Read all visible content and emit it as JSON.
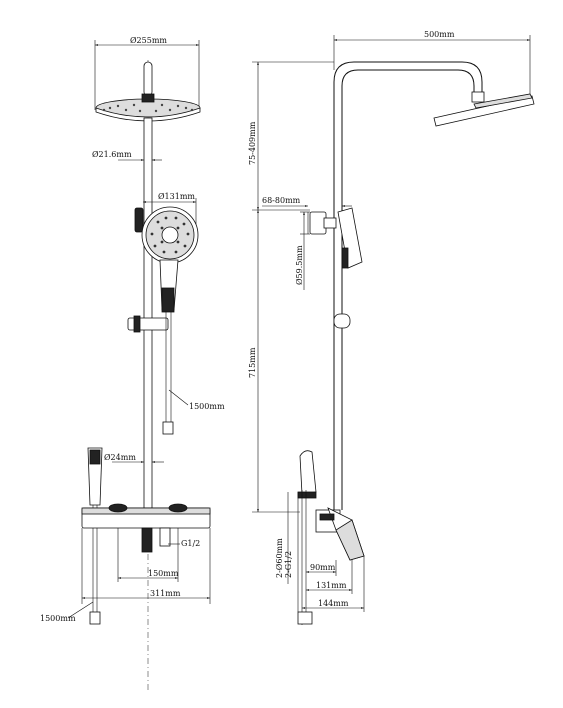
{
  "dimensions": {
    "head_diameter": "Ø255mm",
    "pipe_diameter": "Ø21.6mm",
    "hand_shower_diameter": "Ø131mm",
    "hose_front": "1500mm",
    "lower_pipe_diameter": "Ø24mm",
    "thread": "G1/2",
    "center_distance": "150mm",
    "mixer_width": "311mm",
    "hose_bidet": "1500mm",
    "arm_length": "500mm",
    "height_adjust": "75-409mm",
    "wall_offset": "68-80mm",
    "holder_diameter": "Ø59.5mm",
    "rail_height": "715mm",
    "escutcheon": "2-Ø60mm",
    "inlet_thread": "2-G1/2",
    "depth_a": "90mm",
    "depth_b": "131mm",
    "depth_c": "144mm"
  }
}
